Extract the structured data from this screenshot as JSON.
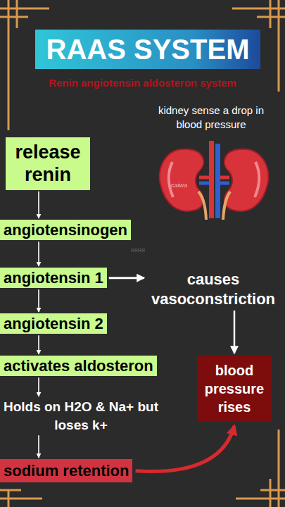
{
  "diagram": {
    "title": "RAAS SYSTEM",
    "nodes": [
      {
        "text": [
          "release renin"
        ]
      },
      {
        "text": [
          "angiotensinogen"
        ]
      },
      {
        "text": [
          "angiotensin 1"
        ]
      },
      {
        "text": [
          "causes vasoconstriction"
        ]
      },
      {
        "text": [
          "angiotensin 2"
        ]
      },
      {
        "text": [
          "activates aldosteron"
        ]
      },
      {
        "text": [
          "blood pressure rises"
        ]
      },
      {
        "text": [
          "Holds on H2O & Na+ but loses k+"
        ]
      },
      {
        "text": [
          "sodium retention"
        ]
      }
    ],
    "edges": [
      {
        "from": 0,
        "to": 1,
        "arrow": "to"
      },
      {
        "from": 1,
        "to": 2,
        "arrow": "to"
      },
      {
        "from": 2,
        "to": 3,
        "arrow": "to"
      },
      {
        "from": 2,
        "to": 4,
        "arrow": "to"
      },
      {
        "from": 4,
        "to": 5,
        "arrow": "to"
      },
      {
        "from": 3,
        "to": 6,
        "arrow": "to"
      },
      {
        "from": 5,
        "to": 7,
        "arrow": "to"
      },
      {
        "from": 7,
        "to": 8,
        "arrow": "to"
      },
      {
        "from": 8,
        "to": 6,
        "arrow": "to"
      }
    ],
    "labels": [
      "Renin angiotensin aldosteron system",
      "kidney sense a drop in blood pressure",
      "RRRR",
      "caiwa"
    ]
  }
}
